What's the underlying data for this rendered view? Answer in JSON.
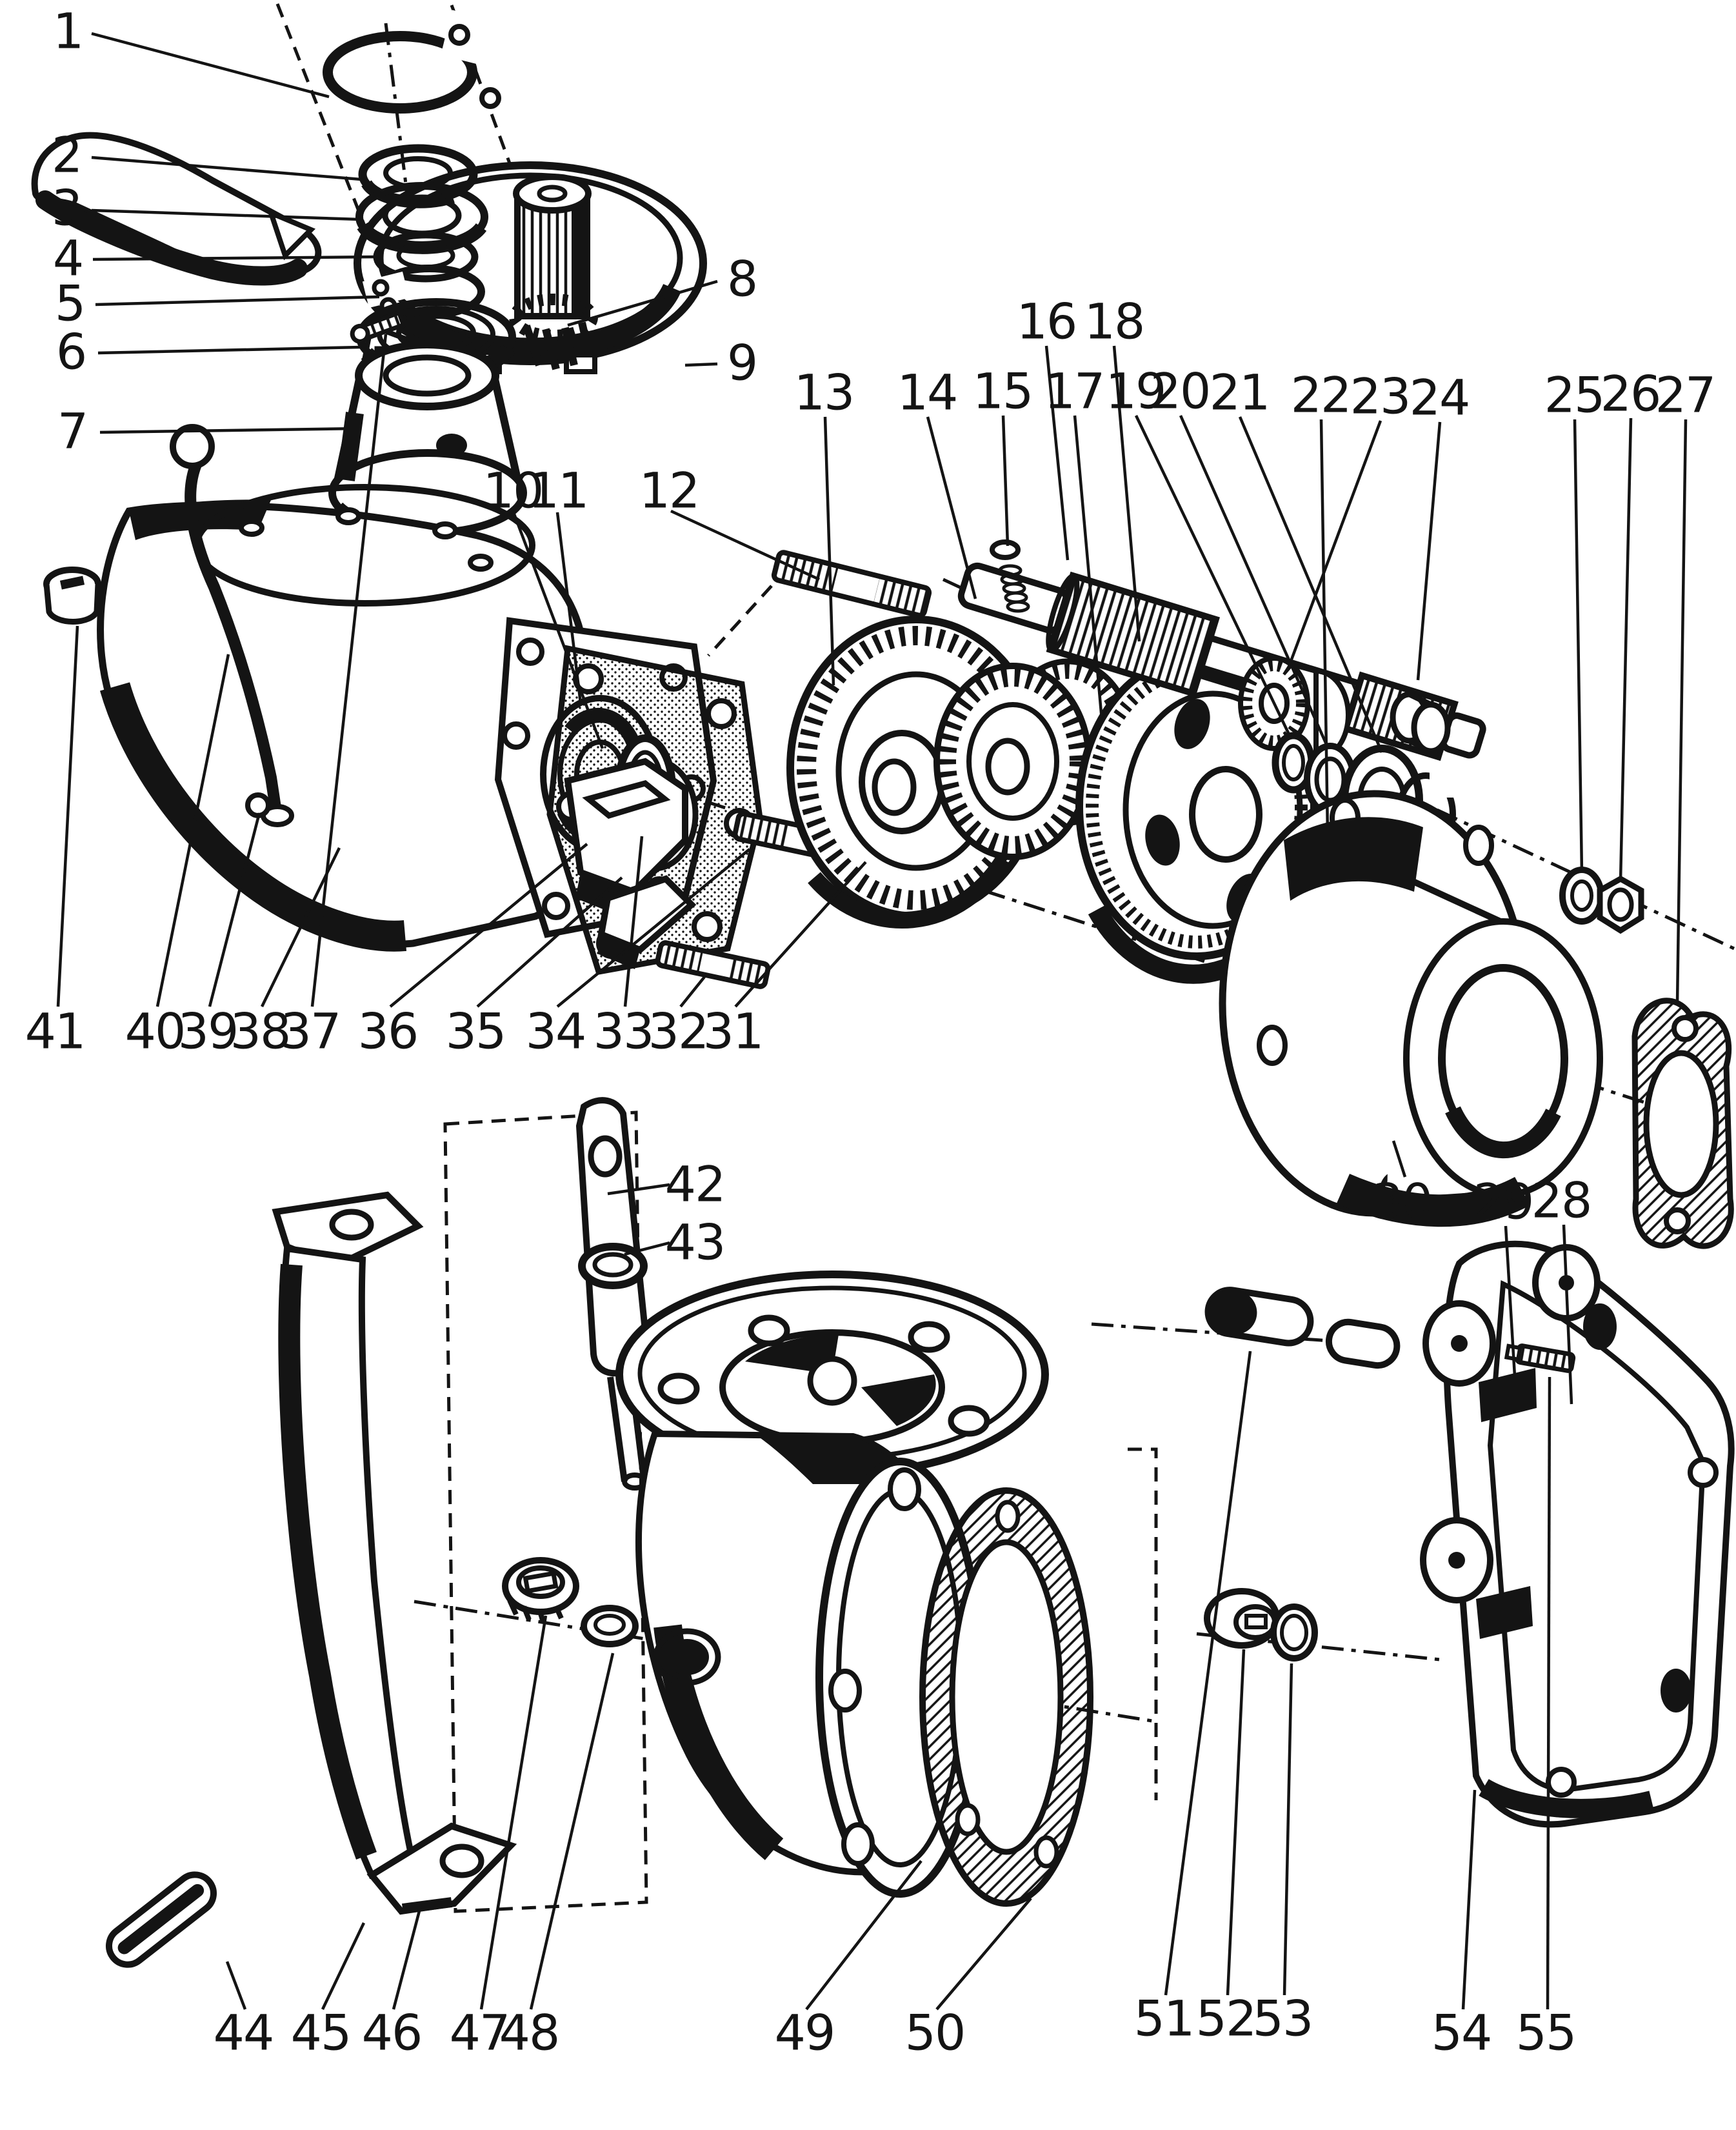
{
  "figure": {
    "kind": "exploded-parts-diagram",
    "colors": {
      "ink": "#141414",
      "paper": "#ffffff"
    },
    "labels": [
      {
        "n": "1"
      },
      {
        "n": "2"
      },
      {
        "n": "3"
      },
      {
        "n": "4"
      },
      {
        "n": "5"
      },
      {
        "n": "6"
      },
      {
        "n": "7"
      },
      {
        "n": "8"
      },
      {
        "n": "9"
      },
      {
        "n": "10"
      },
      {
        "n": "11"
      },
      {
        "n": "12"
      },
      {
        "n": "13"
      },
      {
        "n": "14"
      },
      {
        "n": "15"
      },
      {
        "n": "16"
      },
      {
        "n": "17"
      },
      {
        "n": "18"
      },
      {
        "n": "19"
      },
      {
        "n": "20"
      },
      {
        "n": "21"
      },
      {
        "n": "22"
      },
      {
        "n": "23"
      },
      {
        "n": "24"
      },
      {
        "n": "25"
      },
      {
        "n": "26"
      },
      {
        "n": "27"
      },
      {
        "n": "28"
      },
      {
        "n": "29"
      },
      {
        "n": "30"
      },
      {
        "n": "31"
      },
      {
        "n": "32"
      },
      {
        "n": "33"
      },
      {
        "n": "34"
      },
      {
        "n": "35"
      },
      {
        "n": "36"
      },
      {
        "n": "37"
      },
      {
        "n": "38"
      },
      {
        "n": "39"
      },
      {
        "n": "40"
      },
      {
        "n": "41"
      },
      {
        "n": "42"
      },
      {
        "n": "43"
      },
      {
        "n": "44"
      },
      {
        "n": "45"
      },
      {
        "n": "46"
      },
      {
        "n": "47"
      },
      {
        "n": "48"
      },
      {
        "n": "49"
      },
      {
        "n": "50"
      },
      {
        "n": "51"
      },
      {
        "n": "52"
      },
      {
        "n": "53"
      },
      {
        "n": "54"
      },
      {
        "n": "55"
      }
    ]
  }
}
